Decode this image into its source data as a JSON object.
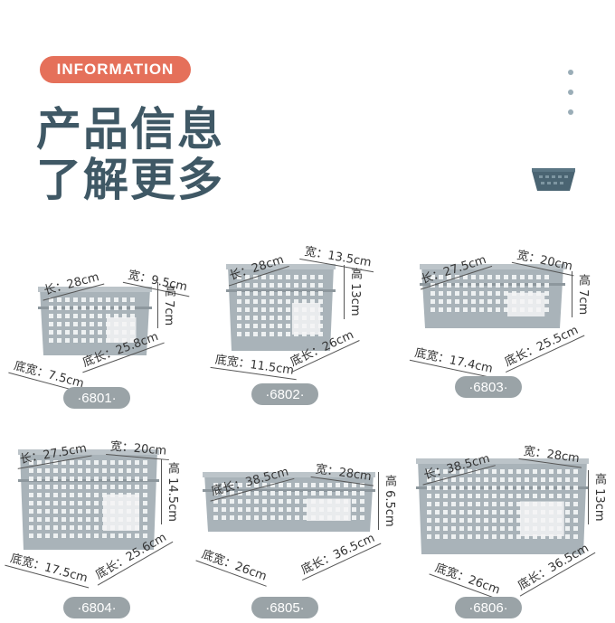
{
  "header": {
    "badge": "INFORMATION",
    "title_line1": "产品信息",
    "title_line2": "了解更多"
  },
  "colors": {
    "accent": "#e5705a",
    "title": "#3f5865",
    "basket": "#a9b3b9",
    "pill": "#9aa3a7"
  },
  "products": [
    {
      "model": "·6801·",
      "length": "长：28cm",
      "width": "宽：9.5cm",
      "height": "高 7cm",
      "base_width": "底宽：7.5cm",
      "base_length": "底长：25.8cm"
    },
    {
      "model": "·6802·",
      "length": "长：28cm",
      "width": "宽：13.5cm",
      "height": "高 13cm",
      "base_width": "底宽：11.5cm",
      "base_length": "底长：26cm"
    },
    {
      "model": "·6803·",
      "length": "长：27.5cm",
      "width": "宽：20cm",
      "height": "高 7cm",
      "base_width": "底宽：17.4cm",
      "base_length": "底长：25.5cm"
    },
    {
      "model": "·6804·",
      "length": "长：27.5cm",
      "width": "宽：20cm",
      "height": "高 14.5cm",
      "base_width": "底宽：17.5cm",
      "base_length": "底长：25.6cm"
    },
    {
      "model": "·6805·",
      "length": "底长：38.5cm",
      "width": "宽：28cm",
      "height": "高 6.5cm",
      "base_width": "底宽：26cm",
      "base_length": "底长：36.5cm"
    },
    {
      "model": "·6806·",
      "length": "长：38.5cm",
      "width": "宽：28cm",
      "height": "高 13cm",
      "base_width": "底宽：26cm",
      "base_length": "底长：36.5cm"
    }
  ]
}
